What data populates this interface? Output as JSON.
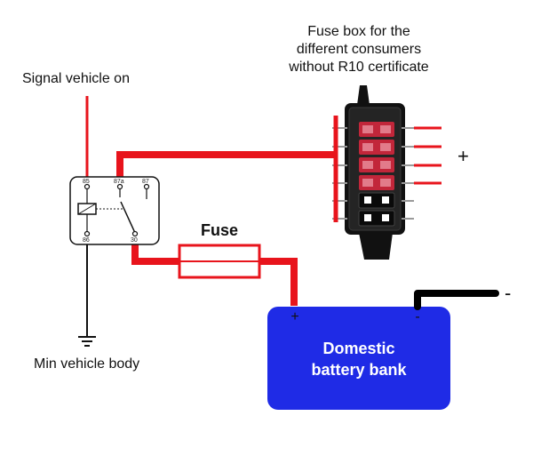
{
  "labels": {
    "signal": "Signal vehicle on",
    "ground": "Min vehicle body",
    "fuse_box_line1": "Fuse box for the",
    "fuse_box_line2": "different consumers",
    "fuse_box_line3": "without R10 certificate",
    "plus_sign": "+",
    "minus_sign": "-",
    "fuse": "Fuse",
    "battery_line1": "Domestic",
    "battery_line2": "battery bank",
    "battery_plus": "+",
    "battery_minus": "-"
  },
  "relay_pins": {
    "p85": "85",
    "p87a": "87a",
    "p87": "87",
    "p86": "86",
    "p30": "30"
  },
  "colors": {
    "wire_red": "#e8141c",
    "wire_black": "#000000",
    "battery_fill": "#1f2be6",
    "fuse_box_body": "#111111",
    "fuse_red": "#c2263a"
  }
}
